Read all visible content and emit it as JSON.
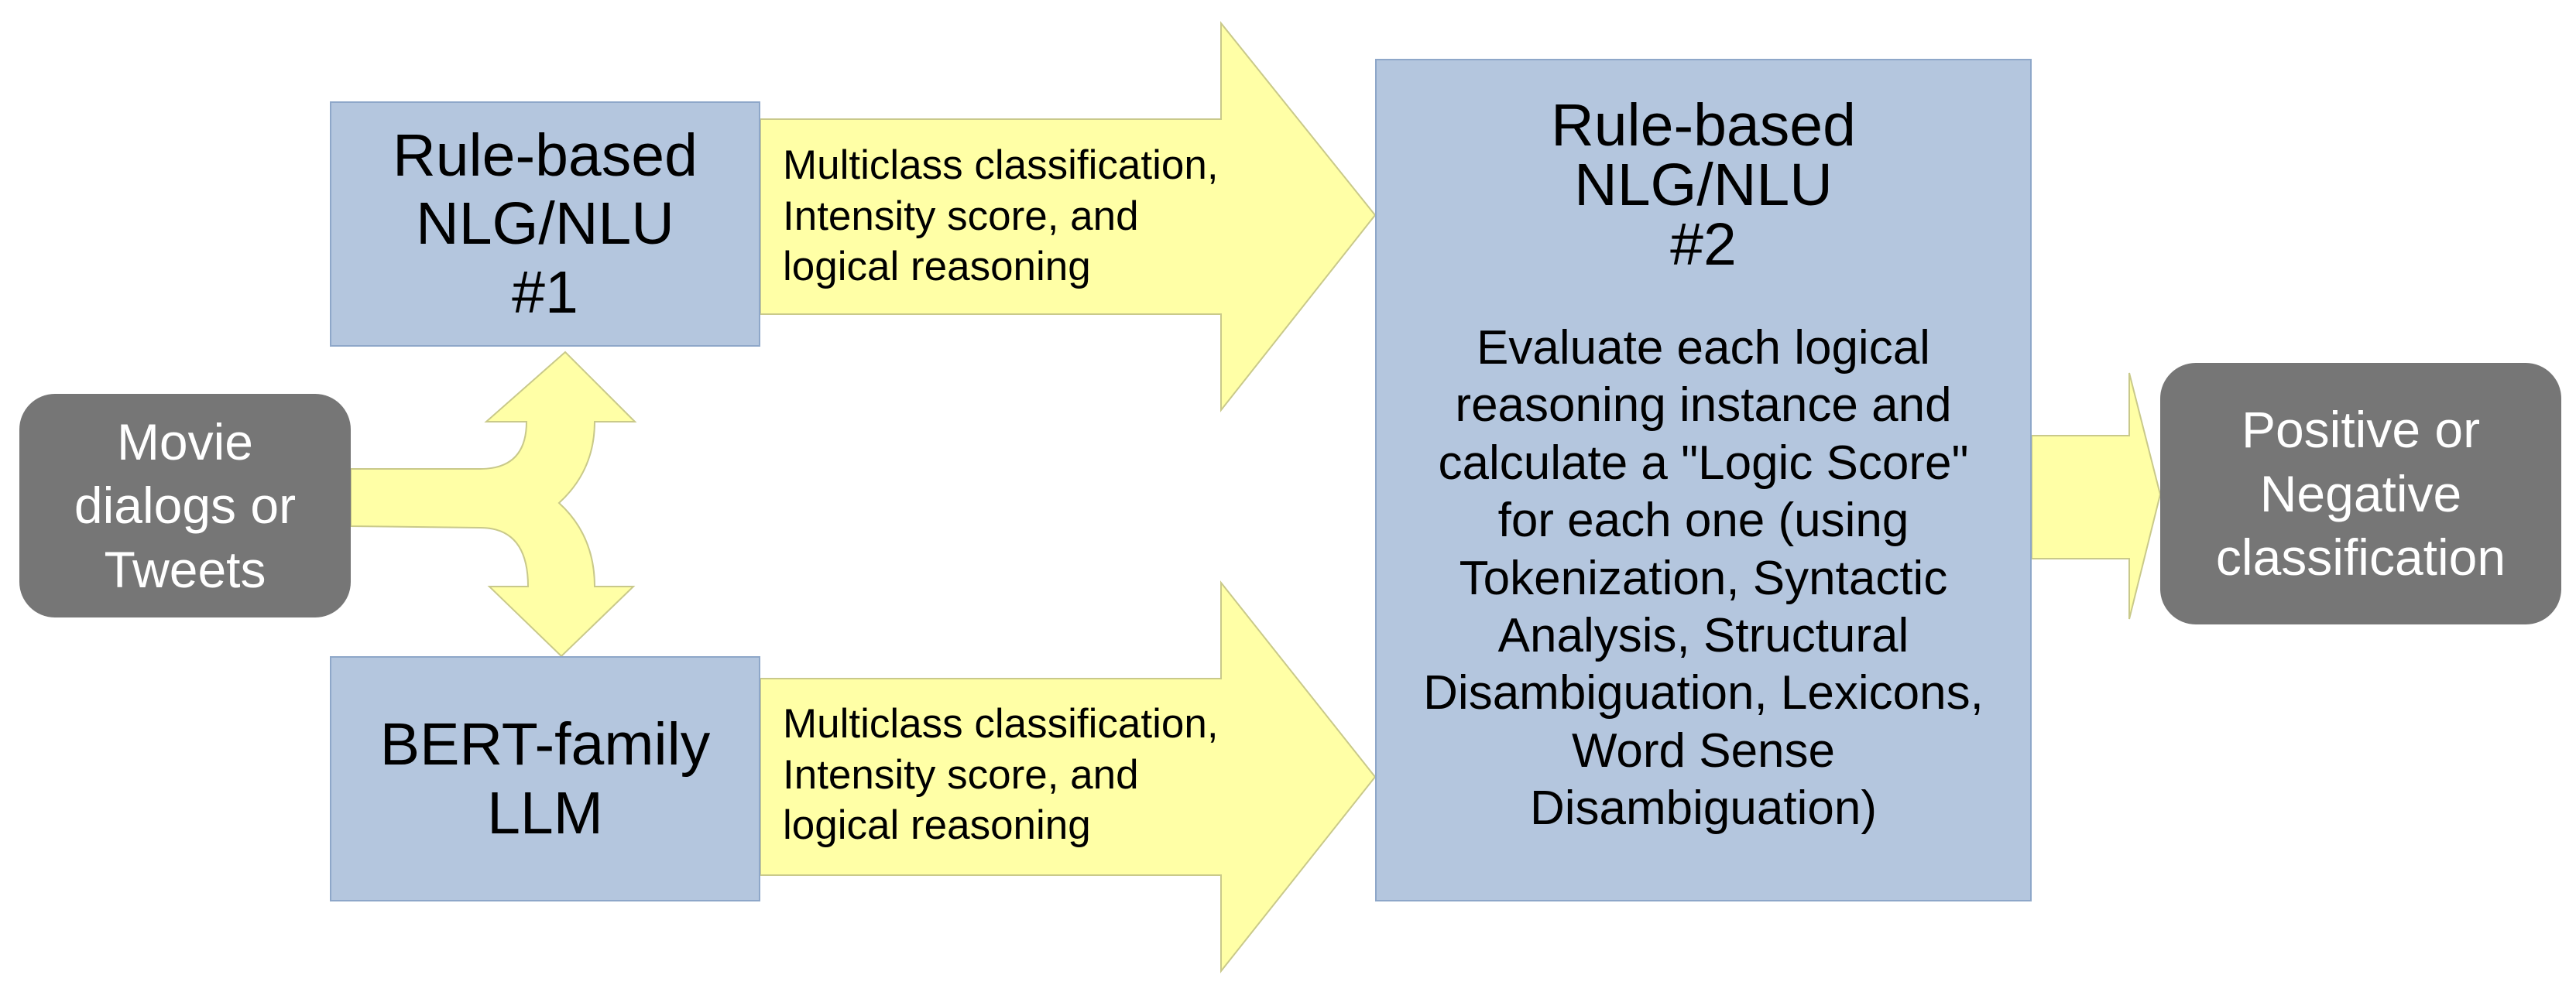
{
  "colors": {
    "box_fill": "#b4c6de",
    "box_border": "#8ea7c9",
    "arrow_fill": "#ffffa6",
    "arrow_stroke": "#c9c98a",
    "terminal_fill": "#767676",
    "terminal_text": "#ffffff"
  },
  "input": {
    "label": "Movie\ndialogs or\nTweets"
  },
  "rule_based_1": {
    "label": "Rule-based\nNLG/NLU\n#1"
  },
  "bert": {
    "label": "BERT-family\nLLM"
  },
  "arrow_top": {
    "label": "Multiclass classification,\nIntensity score, and\nlogical reasoning"
  },
  "arrow_bottom": {
    "label": "Multiclass classification,\nIntensity score, and\nlogical reasoning"
  },
  "rule_based_2": {
    "title": "Rule-based\nNLG/NLU\n#2",
    "description": "Evaluate each logical\nreasoning instance and\ncalculate a \"Logic Score\"\nfor each one (using\nTokenization, Syntactic\nAnalysis, Structural\nDisambiguation, Lexicons,\nWord Sense\nDisambiguation)"
  },
  "output": {
    "label": "Positive or\nNegative\nclassification"
  }
}
